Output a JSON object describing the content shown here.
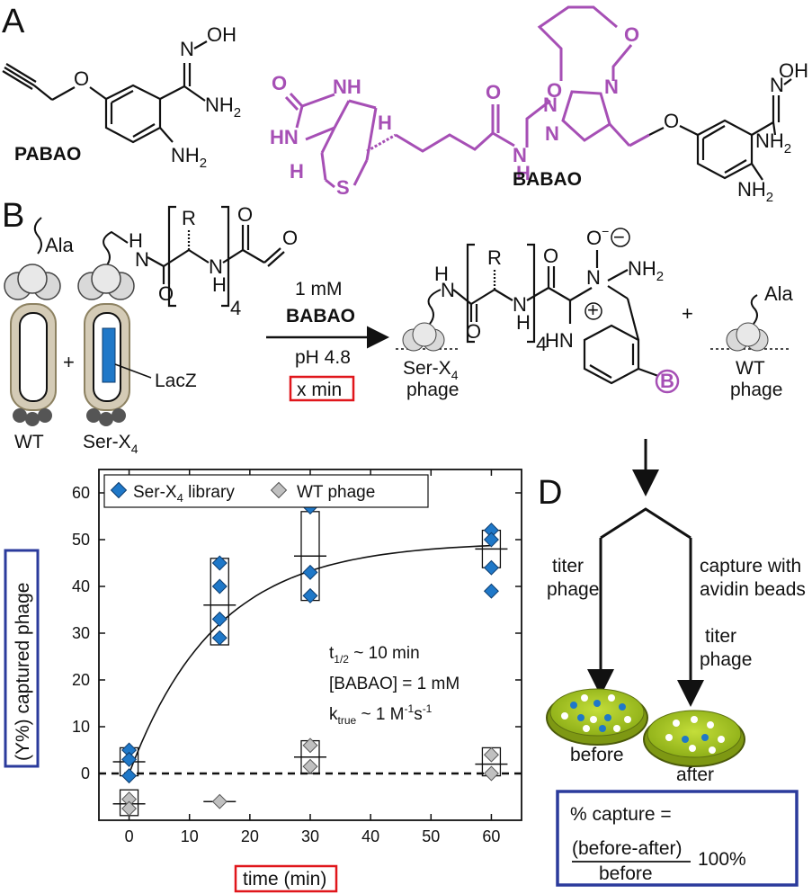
{
  "panels": {
    "a": "A",
    "b": "B",
    "d": "D"
  },
  "molecules": {
    "pabao_name": "PABAO",
    "babao_name": "BABAO",
    "atoms": {
      "n": "N",
      "oh": "OH",
      "nh2": "NH",
      "o": "O",
      "nh": "NH",
      "hn": "HN",
      "h": "H",
      "s": "S"
    }
  },
  "scheme": {
    "ala": "Ala",
    "r": "R",
    "h": "H",
    "o": "O",
    "sub4": "4",
    "wt": "WT",
    "ser_x4": "Ser-X",
    "lacz": "LacZ",
    "conc": "1 mM",
    "reagent": "BABAO",
    "ph": "pH 4.8",
    "time": "x min",
    "plus": "+",
    "product_label": "Ser-X",
    "product_label2": "phage",
    "wt_phage_1": "WT",
    "wt_phage_2": "phage",
    "b_symbol": "B",
    "o_minus": "O",
    "minus": "−",
    "plus_charge": "+",
    "nh2": "NH",
    "hn": "HN",
    "n": "N"
  },
  "chart_data": {
    "type": "scatter",
    "xlabel": "time (min)",
    "ylabel": "(Y%) captured phage",
    "xlim": [
      -5,
      65
    ],
    "ylim": [
      -10,
      65
    ],
    "xticks": [
      0,
      10,
      20,
      30,
      40,
      50,
      60
    ],
    "yticks": [
      0,
      10,
      20,
      30,
      40,
      50,
      60
    ],
    "series": [
      {
        "name": "Ser-X4 library",
        "color": "#1f78c8",
        "points": [
          [
            0,
            5
          ],
          [
            0,
            3
          ],
          [
            0,
            -0.5
          ],
          [
            15,
            45
          ],
          [
            15,
            40
          ],
          [
            15,
            33
          ],
          [
            15,
            29
          ],
          [
            30,
            59
          ],
          [
            30,
            57
          ],
          [
            30,
            43
          ],
          [
            30,
            38
          ],
          [
            60,
            52
          ],
          [
            60,
            50
          ],
          [
            60,
            44
          ],
          [
            60,
            39
          ]
        ],
        "means": [
          [
            0,
            2.5
          ],
          [
            15,
            36
          ],
          [
            30,
            46.5
          ],
          [
            60,
            48
          ]
        ],
        "boxes": [
          [
            0,
            -0.5,
            5.5
          ],
          [
            15,
            27.5,
            46
          ],
          [
            30,
            37,
            56
          ],
          [
            60,
            44,
            52
          ]
        ]
      },
      {
        "name": "WT phage",
        "color": "#c0c0c0",
        "points": [
          [
            0,
            -5.5
          ],
          [
            0,
            -7.5
          ],
          [
            15,
            -6
          ],
          [
            30,
            6
          ],
          [
            30,
            1.5
          ],
          [
            60,
            4
          ],
          [
            60,
            0
          ]
        ],
        "means": [
          [
            0,
            -6.5
          ],
          [
            15,
            -6
          ],
          [
            30,
            3.5
          ],
          [
            60,
            2
          ]
        ],
        "boxes": [
          [
            0,
            -9,
            -3.5
          ],
          [
            30,
            0,
            7
          ],
          [
            60,
            -0.5,
            5.5
          ]
        ]
      }
    ],
    "legend": {
      "s1_main": "Ser-X",
      "s1_sub": "4",
      "s1_rest": " library",
      "s2": "WT phage",
      "position": "top"
    },
    "annotations": {
      "t_half": "t",
      "t_half_sub": "1/2",
      "t_half_rest": " ~ 10 min",
      "babao": "[BABAO] = 1 mM",
      "k": "k",
      "k_sub": "true",
      "k_rest": " ~ 1 M",
      "k_sup1": "-1",
      "k_s": "s",
      "k_sup2": "-1"
    },
    "fit": {
      "type": "exponential",
      "plateau": 49.5,
      "t_half_min": 10
    }
  },
  "flow": {
    "titer_phage_left_1": "titer",
    "titer_phage_left_2": "phage",
    "capture_1": "capture with",
    "capture_2": "avidin beads",
    "titer_phage_right_1": "titer",
    "titer_phage_right_2": "phage",
    "before": "before",
    "after": "after",
    "formula_line1": "% capture =",
    "formula_num": "(before-after)",
    "formula_den": "before",
    "formula_tail": "100%"
  },
  "colors": {
    "purple": "#a64fb5",
    "blue": "#1f78c8",
    "red": "#e0161b",
    "navy": "#2b3b9c",
    "dish_green": "#a3c41f"
  }
}
